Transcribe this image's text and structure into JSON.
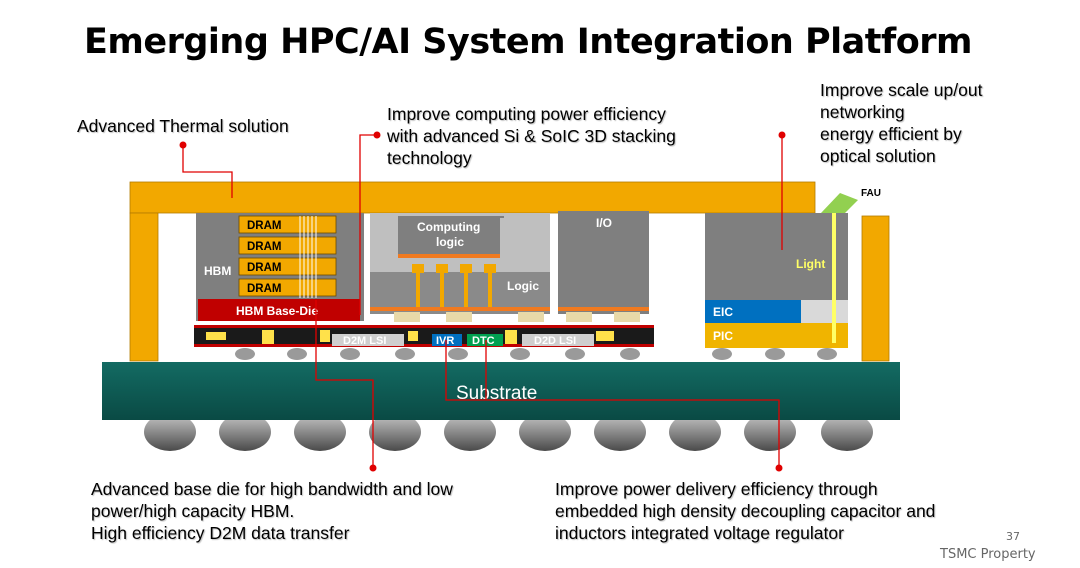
{
  "title": "Emerging HPC/AI System Integration Platform",
  "annotations": {
    "thermal": "Advanced Thermal solution",
    "computing": [
      "Improve computing power efficiency",
      "with advanced Si & SoIC 3D stacking",
      "technology"
    ],
    "network": [
      "Improve scale up/out",
      "networking",
      "energy efficient by",
      "optical solution"
    ],
    "base_die": [
      "Advanced base die for high bandwidth and low",
      "power/high capacity HBM.",
      "High efficiency D2M data transfer"
    ],
    "power": [
      "Improve power delivery efficiency through",
      "embedded high density decoupling capacitor and",
      "inductors integrated voltage regulator"
    ]
  },
  "labels": {
    "dram": [
      "DRAM",
      "DRAM",
      "DRAM",
      "DRAM"
    ],
    "hbm": "HBM",
    "hbm_base_die": "HBM Base-Die",
    "computing_logic": [
      "Computing",
      "logic"
    ],
    "logic": "Logic",
    "io": "I/O",
    "d2m_lsi": "D2M LSI",
    "ivr": "IVR",
    "dtc": "DTC",
    "d2d_lsi": "D2D LSI",
    "light": "Light",
    "fau": "FAU",
    "eic": "EIC",
    "pic": "PIC",
    "substrate": "Substrate"
  },
  "footer": {
    "page_number": "37",
    "property": "TSMC Property"
  },
  "colors": {
    "lid": "#f2a800",
    "substrate": "#0e5c55",
    "die_gray": "#7f7f7f",
    "base_die_red": "#c00000",
    "callout_red": "#e00000",
    "eic_blue": "#0070c0",
    "pic_gold": "#f0b400",
    "light_yellow": "#ffff66",
    "fau_green": "#92d050"
  }
}
